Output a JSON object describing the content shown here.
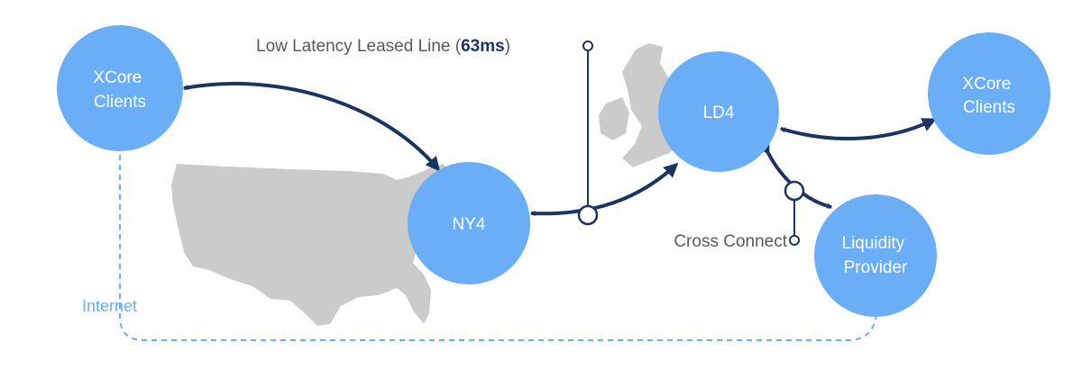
{
  "nodes": {
    "xcore_left": [
      "XCore",
      "Clients"
    ],
    "ny4": "NY4",
    "ld4": "LD4",
    "xcore_right": [
      "XCore",
      "Clients"
    ],
    "liquidity": [
      "Liquidity",
      "Provider"
    ]
  },
  "callouts": {
    "leased_line_prefix": "Low Latency Leased Line (",
    "leased_line_latency": "63ms",
    "leased_line_suffix": ")",
    "cross_connect": "Cross Connect",
    "internet": "Internet"
  },
  "colors": {
    "node_fill": "#6aaef8",
    "arrow": "#1b3462",
    "map": "#cbcbcc",
    "internet_line": "#6aaef8",
    "callout_text": "#555a60"
  }
}
